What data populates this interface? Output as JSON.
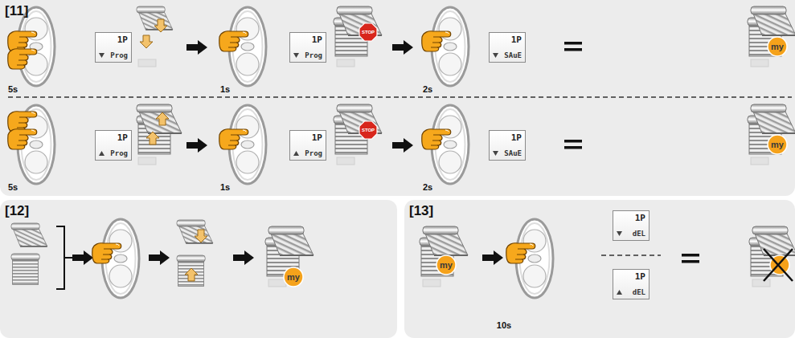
{
  "diagram": {
    "nodes": [
      {
        "text": [
          "[11]"
        ]
      },
      {
        "text": [
          "1P",
          "Prog"
        ],
        "in": 0
      },
      {
        "text": [
          "1P",
          "Prog"
        ],
        "in": 0
      },
      {
        "text": [
          "1P",
          "SAuE"
        ],
        "in": 0
      },
      {
        "text": [
          "1P",
          "Prog"
        ],
        "in": 0
      },
      {
        "text": [
          "1P",
          "Prog"
        ],
        "in": 0
      },
      {
        "text": [
          "1P",
          "SAuE"
        ],
        "in": 0
      },
      {
        "text": [
          "[12]"
        ]
      },
      {
        "text": [
          "[13]"
        ]
      },
      {
        "text": [
          "1P",
          "dEL"
        ],
        "in": 8
      },
      {
        "text": [
          "1P",
          "dEL"
        ],
        "in": 8
      }
    ],
    "labels": [
      "5s",
      "1s",
      "STOP",
      "2s",
      "my",
      "5s",
      "1s",
      "STOP",
      "2s",
      "my",
      "my",
      "my",
      "10s"
    ]
  }
}
